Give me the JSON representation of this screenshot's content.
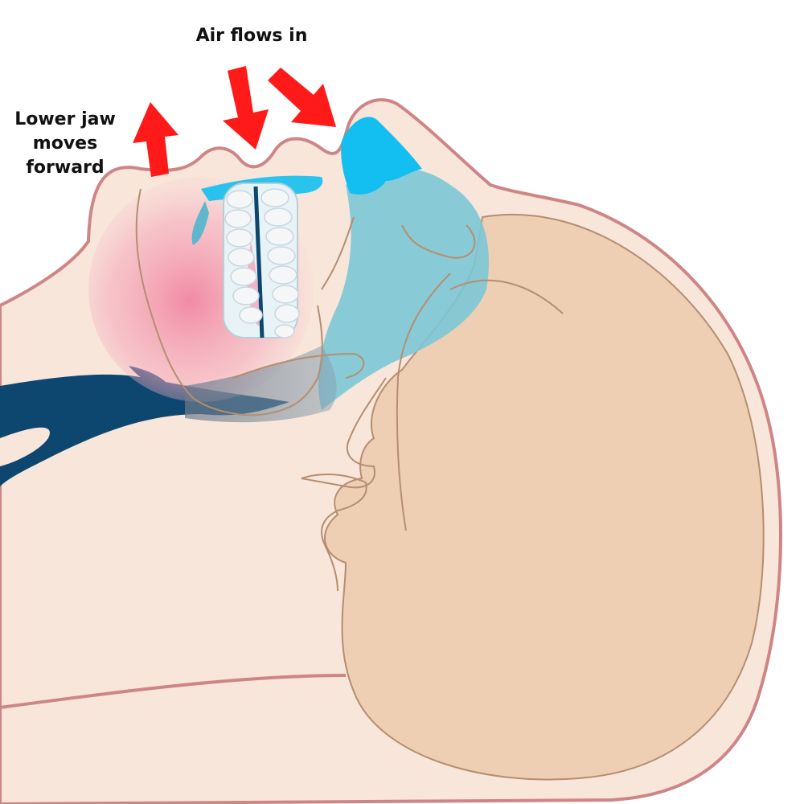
{
  "labels": {
    "air_flow": "Air flows in",
    "jaw_lines": [
      "Lower jaw",
      "moves",
      "forward"
    ]
  },
  "colors": {
    "skin": "#f8e6da",
    "skin_shadow": "#eecfb4",
    "outline": "#cf8585",
    "inner_line": "#b58e70",
    "airway_light": "#7cc7d6",
    "airway_bright": "#13bff0",
    "airway_dark": "#0d466f",
    "tissue_pink": "#f2a2b8",
    "arrow_red": "#ff1a1a",
    "teeth": "#f4f6f8"
  },
  "icons": {
    "air_arrows": "red-arrow-down",
    "jaw_arrow": "red-arrow-up",
    "oral_device": "mouth-guard-teeth"
  }
}
